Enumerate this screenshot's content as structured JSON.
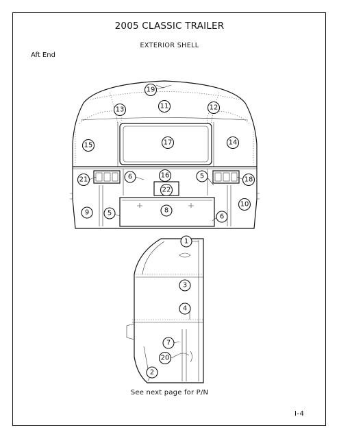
{
  "header": {
    "title": "2005 CLASSIC TRAILER",
    "subtitle": "EXTERIOR SHELL",
    "view_label": "Aft End"
  },
  "footer": {
    "note": "See next page for P/N",
    "page_number": "I-4"
  },
  "callouts": {
    "c1": "1",
    "c2": "2",
    "c3": "3",
    "c4": "4",
    "c5a": "5",
    "c5b": "5",
    "c6a": "6",
    "c6b": "6",
    "c7": "7",
    "c8": "8",
    "c9": "9",
    "c10": "10",
    "c11": "11",
    "c12": "12",
    "c13": "13",
    "c14": "14",
    "c15": "15",
    "c16": "16",
    "c17": "17",
    "c18": "18",
    "c19": "19",
    "c20": "20",
    "c21": "21",
    "c22": "22"
  }
}
